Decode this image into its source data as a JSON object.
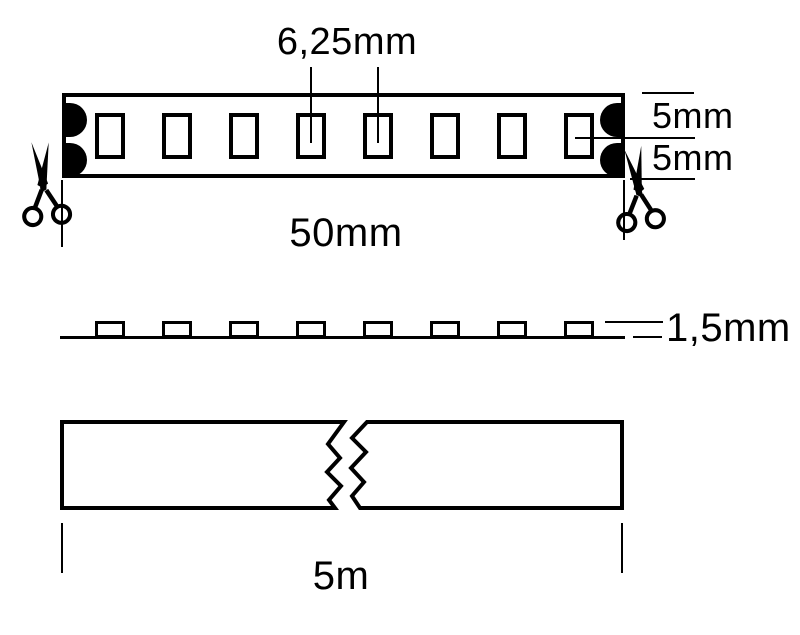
{
  "colors": {
    "ink": "#000000",
    "background": "#ffffff",
    "pad_fill": "#000000"
  },
  "top_view": {
    "description": "LED strip seen from above with cut marks",
    "led_count": 8,
    "pitch_label": "6,25mm",
    "pad_dim_top_label": "5mm",
    "pad_dim_bottom_label": "5mm",
    "cut_length_label": "50mm",
    "icons": {
      "left_cut": "scissors-icon",
      "right_cut": "scissors-icon"
    }
  },
  "side_view": {
    "description": "LED strip profile",
    "led_count": 8,
    "thickness_label": "1,5mm"
  },
  "full_length_view": {
    "description": "Whole reel with break symbol",
    "length_label": "5m"
  }
}
